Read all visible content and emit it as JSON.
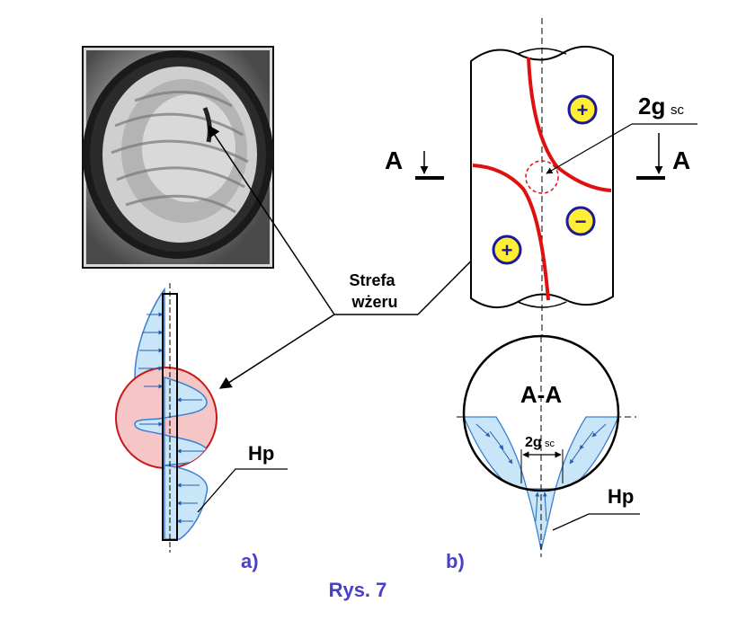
{
  "labels": {
    "pit_zone_line1": "Strefa",
    "pit_zone_line2": "wżeru",
    "hp_left": "Hp",
    "hp_right": "Hp",
    "section_mark_left": "A",
    "section_mark_right": "A",
    "section_title": "A-A",
    "dim_top_main": "2g",
    "dim_top_sub": "sc",
    "dim_bottom_main": "2g",
    "dim_bottom_sub": "sc",
    "plus_sign": "+",
    "minus_sign": "−",
    "panel_a": "a)",
    "panel_b": "b)",
    "caption": "Rys. 7"
  },
  "colors": {
    "weld_line": "#e01010",
    "pressure_fill": "#c8e6f8",
    "pressure_stroke": "#3a7fd0",
    "zone_circle_fill": "#f6c6c6",
    "zone_circle_stroke": "#c81818",
    "sign_fill": "#ffee33",
    "sign_ring": "#1a1a9a",
    "caption": "#4a3fc8"
  },
  "icons": {
    "photo": "pipe-cross-section-photo",
    "plus": "plus-sign-icon",
    "minus": "minus-sign-icon"
  }
}
